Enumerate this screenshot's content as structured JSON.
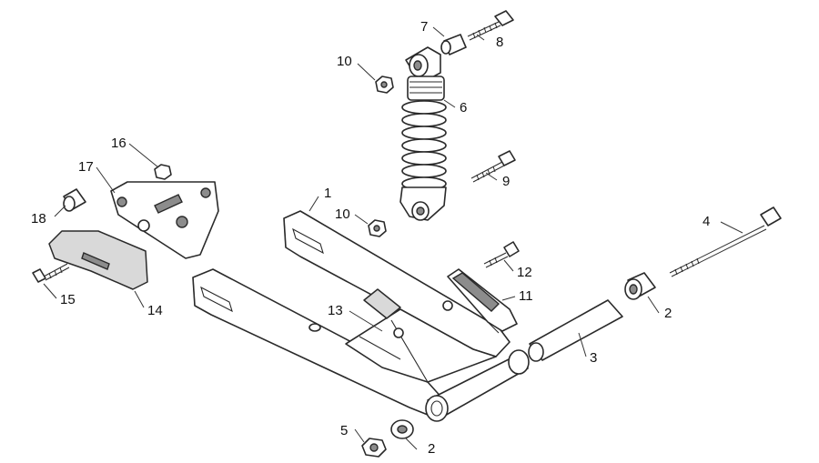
{
  "callouts": [
    {
      "id": "c1",
      "text": "1"
    },
    {
      "id": "c2a",
      "text": "2"
    },
    {
      "id": "c2b",
      "text": "2"
    },
    {
      "id": "c3",
      "text": "3"
    },
    {
      "id": "c4",
      "text": "4"
    },
    {
      "id": "c5",
      "text": "5"
    },
    {
      "id": "c6",
      "text": "6"
    },
    {
      "id": "c7",
      "text": "7"
    },
    {
      "id": "c8",
      "text": "8"
    },
    {
      "id": "c9",
      "text": "9"
    },
    {
      "id": "c10a",
      "text": "10"
    },
    {
      "id": "c10b",
      "text": "10"
    },
    {
      "id": "c11",
      "text": "11"
    },
    {
      "id": "c12",
      "text": "12"
    },
    {
      "id": "c13",
      "text": "13"
    },
    {
      "id": "c14",
      "text": "14"
    },
    {
      "id": "c15",
      "text": "15"
    },
    {
      "id": "c16",
      "text": "16"
    },
    {
      "id": "c17",
      "text": "17"
    },
    {
      "id": "c18",
      "text": "18"
    }
  ]
}
